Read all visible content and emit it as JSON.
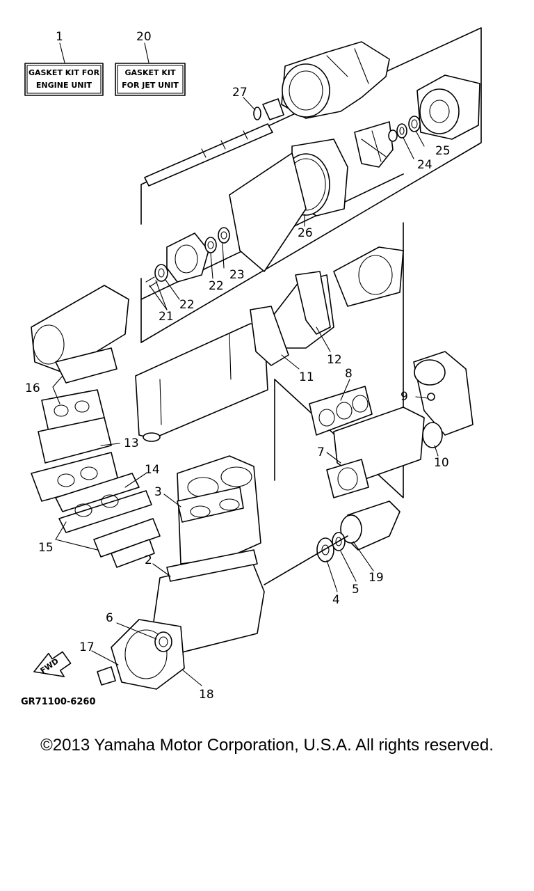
{
  "kits": {
    "engine": {
      "number": "1",
      "line1": "GASKET KIT FOR",
      "line2": "ENGINE UNIT"
    },
    "jet": {
      "number": "20",
      "line1": "GASKET KIT",
      "line2": "FOR JET UNIT"
    }
  },
  "callouts": [
    "2",
    "3",
    "4",
    "5",
    "6",
    "7",
    "8",
    "9",
    "10",
    "11",
    "12",
    "13",
    "14",
    "15",
    "16",
    "17",
    "18",
    "19",
    "21",
    "22",
    "22",
    "23",
    "24",
    "25",
    "26",
    "27"
  ],
  "fwd_label": "FWD",
  "diagram_code": "GR71100-6260",
  "copyright": "©2013 Yamaha Motor Corporation, U.S.A. All rights reserved."
}
